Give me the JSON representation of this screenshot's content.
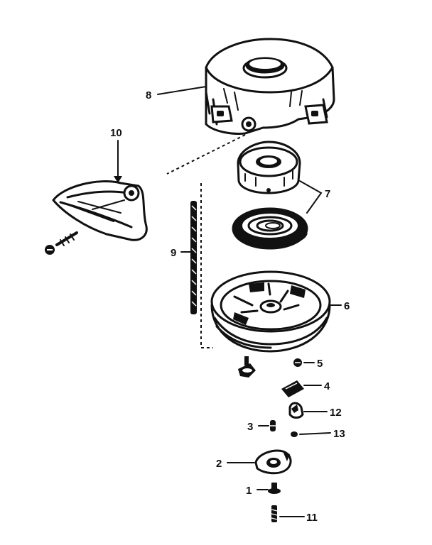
{
  "diagram": {
    "callouts": [
      {
        "id": "8",
        "text": "8"
      },
      {
        "id": "10",
        "text": "10"
      },
      {
        "id": "7",
        "text": "7"
      },
      {
        "id": "9",
        "text": "9"
      },
      {
        "id": "6",
        "text": "6"
      },
      {
        "id": "5",
        "text": "5"
      },
      {
        "id": "4",
        "text": "4"
      },
      {
        "id": "12",
        "text": "12"
      },
      {
        "id": "3",
        "text": "3"
      },
      {
        "id": "13",
        "text": "13"
      },
      {
        "id": "2",
        "text": "2"
      },
      {
        "id": "1",
        "text": "1"
      },
      {
        "id": "11",
        "text": "11"
      }
    ]
  }
}
